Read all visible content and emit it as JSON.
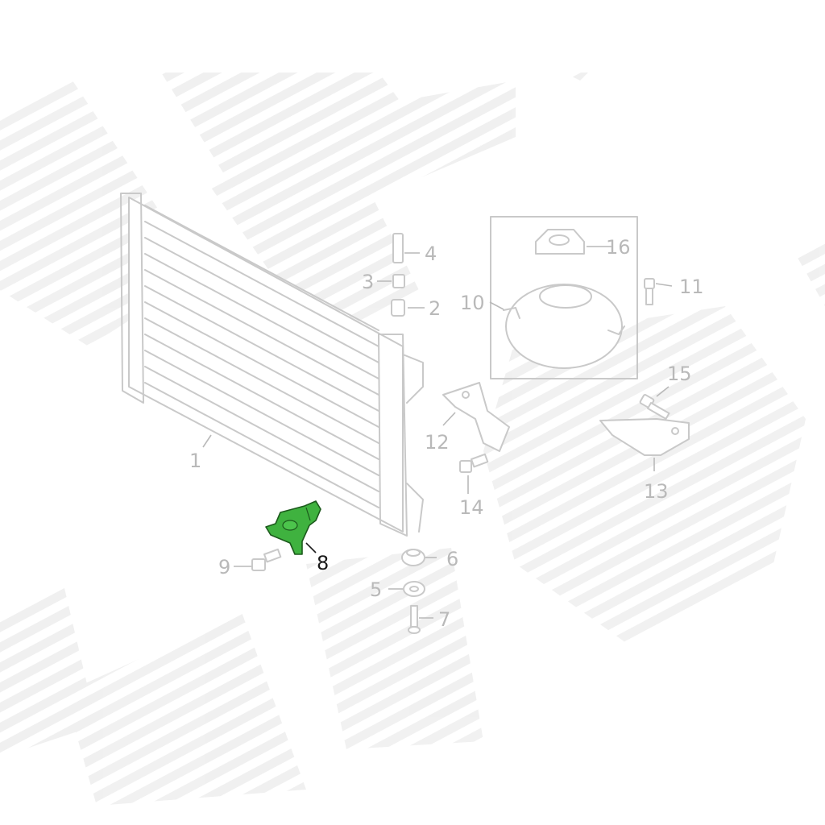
{
  "highlight_color": "#3fb23f",
  "callouts": {
    "c1": "1",
    "c2": "2",
    "c3": "3",
    "c4": "4",
    "c5": "5",
    "c6": "6",
    "c7": "7",
    "c8": "8",
    "c9": "9",
    "c10": "10",
    "c11": "11",
    "c12": "12",
    "c13": "13",
    "c14": "14",
    "c15": "15",
    "c16": "16"
  },
  "highlighted_part": "8"
}
